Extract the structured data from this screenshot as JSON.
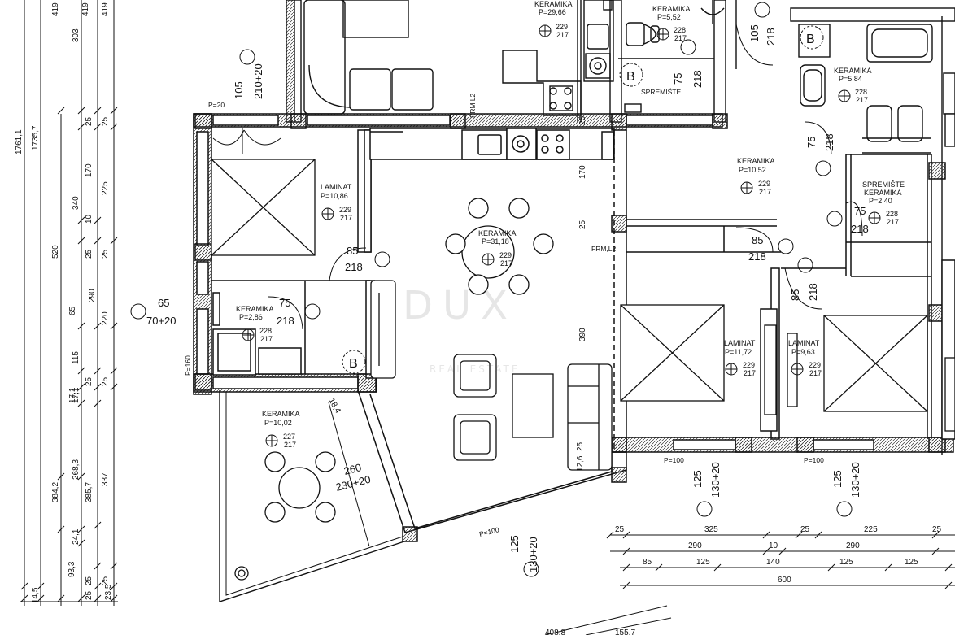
{
  "rooms": [
    {
      "name": "KERAMIKA",
      "area": "P=29,66",
      "h1": "229",
      "h2": "217"
    },
    {
      "name": "KERAMIKA",
      "area": "P=5,52",
      "h1": "228",
      "h2": "217"
    },
    {
      "name": "KERAMIKA",
      "area": "P=5,84",
      "h1": "228",
      "h2": "217"
    },
    {
      "name": "LAMINAT",
      "area": "P=10,86",
      "h1": "229",
      "h2": "217"
    },
    {
      "name": "KERAMIKA",
      "area": "P=31,18",
      "h1": "229",
      "h2": "217"
    },
    {
      "name": "KERAMIKA",
      "area": "P=10,52",
      "h1": "229",
      "h2": "217"
    },
    {
      "name": "KERAMIKA",
      "area": "P=2,40",
      "h1": "228",
      "h2": "217"
    },
    {
      "name": "KERAMIKA",
      "area": "P=2,86",
      "h1": "228",
      "h2": "217"
    },
    {
      "name": "LAMINAT",
      "area": "P=11,72",
      "h1": "229",
      "h2": "217"
    },
    {
      "name": "LAMINAT",
      "area": "P=9,63",
      "h1": "229",
      "h2": "217"
    },
    {
      "name": "KERAMIKA",
      "area": "P=10,02",
      "h1": "227",
      "h2": "217"
    }
  ],
  "labels": {
    "spremiste": "SPREMIŠTE",
    "spremiste_2": "SPREMIŠTE",
    "boiler_b": "B",
    "frm": "FRM,L2",
    "p20": "P=20",
    "p160": "P=160",
    "p100_a": "P=100",
    "p100_b": "P=100",
    "p100_c": "P=100"
  },
  "doors": [
    {
      "w": "105",
      "h": "218"
    },
    {
      "w": "75",
      "h": "218"
    },
    {
      "w": "75",
      "h": "218"
    },
    {
      "w": "85",
      "h": "218"
    },
    {
      "w": "75",
      "h": "218"
    },
    {
      "w": "85",
      "h": "218"
    },
    {
      "w": "85",
      "h": "218"
    },
    {
      "w": "75",
      "h": "218"
    }
  ],
  "windows": [
    {
      "w": "105",
      "h": "210+20"
    },
    {
      "w": "65",
      "h": "70+20"
    },
    {
      "w": "260",
      "h": "230+20"
    },
    {
      "w": "125",
      "h": "130+20"
    },
    {
      "w": "125",
      "h": "130+20"
    },
    {
      "w": "125",
      "h": "130+20"
    }
  ],
  "left_dims": {
    "total_1": "1761,1",
    "total_2": "1735,7",
    "col_a": [
      "520",
      "384,2",
      "93,3",
      "14,5"
    ],
    "col_b": [
      "419",
      "303",
      "340",
      "290",
      "115",
      "17,1",
      "268,3",
      "24,1",
      "23,5"
    ],
    "col_c": [
      "419",
      "25",
      "170",
      "10",
      "25",
      "65",
      "385,7",
      "25",
      "17,1",
      "25"
    ],
    "col_d": [
      "419",
      "25",
      "225",
      "25",
      "220",
      "25",
      "337",
      "25",
      "25"
    ]
  },
  "inner_dims": [
    "25",
    "170",
    "25",
    "390",
    "12,6",
    "25",
    "18,4"
  ],
  "bottom_dims": {
    "row1": [
      "25",
      "325",
      "25",
      "225",
      "25"
    ],
    "row2": [
      "290",
      "10",
      "290"
    ],
    "row3": [
      "85",
      "125",
      "140",
      "125",
      "125"
    ],
    "row4": [
      "600"
    ],
    "cut": [
      "408,8",
      "155,7"
    ]
  },
  "watermark": {
    "logo": "DUX",
    "sub": "REAL ESTATE"
  }
}
